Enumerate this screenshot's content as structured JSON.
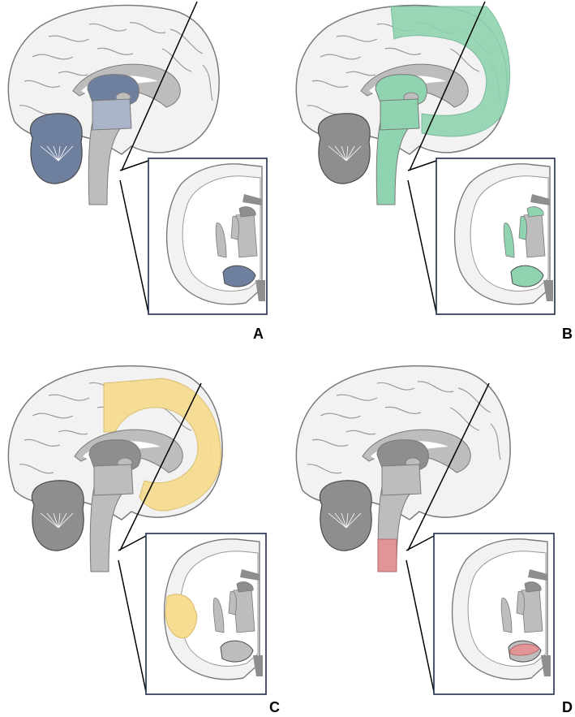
{
  "colors": {
    "brain_fill": "#f2f2f2",
    "brain_stroke": "#7a7a7a",
    "gyrus_line": "#9a9a9a",
    "white_matter": "#ffffff",
    "deep_gray": "#bdbdbd",
    "dark_gray": "#8e8e8e",
    "inset_border": "#1f2d4a",
    "connector_line": "#000000",
    "label_text": "#000000"
  },
  "panels": [
    {
      "id": "A",
      "label": "A",
      "highlight_name": "blue",
      "highlight_color": "#6f7f9e",
      "regions": [
        "cerebellum",
        "thalamus",
        "midbrain",
        "inset-hippocampus"
      ]
    },
    {
      "id": "B",
      "label": "B",
      "highlight_name": "green",
      "highlight_color": "#8fd3b0",
      "regions": [
        "frontal-cortex",
        "thalamus",
        "brainstem",
        "inset-hippocampus",
        "inset-basal-ganglia",
        "inset-caudate"
      ]
    },
    {
      "id": "C",
      "label": "C",
      "highlight_name": "yellow",
      "highlight_color": "#f7dc92",
      "regions": [
        "parietal-frontal-cortex",
        "inset-insula"
      ]
    },
    {
      "id": "D",
      "label": "D",
      "highlight_name": "red",
      "highlight_color": "#e19597",
      "regions": [
        "medulla",
        "inset-amygdala"
      ]
    }
  ]
}
